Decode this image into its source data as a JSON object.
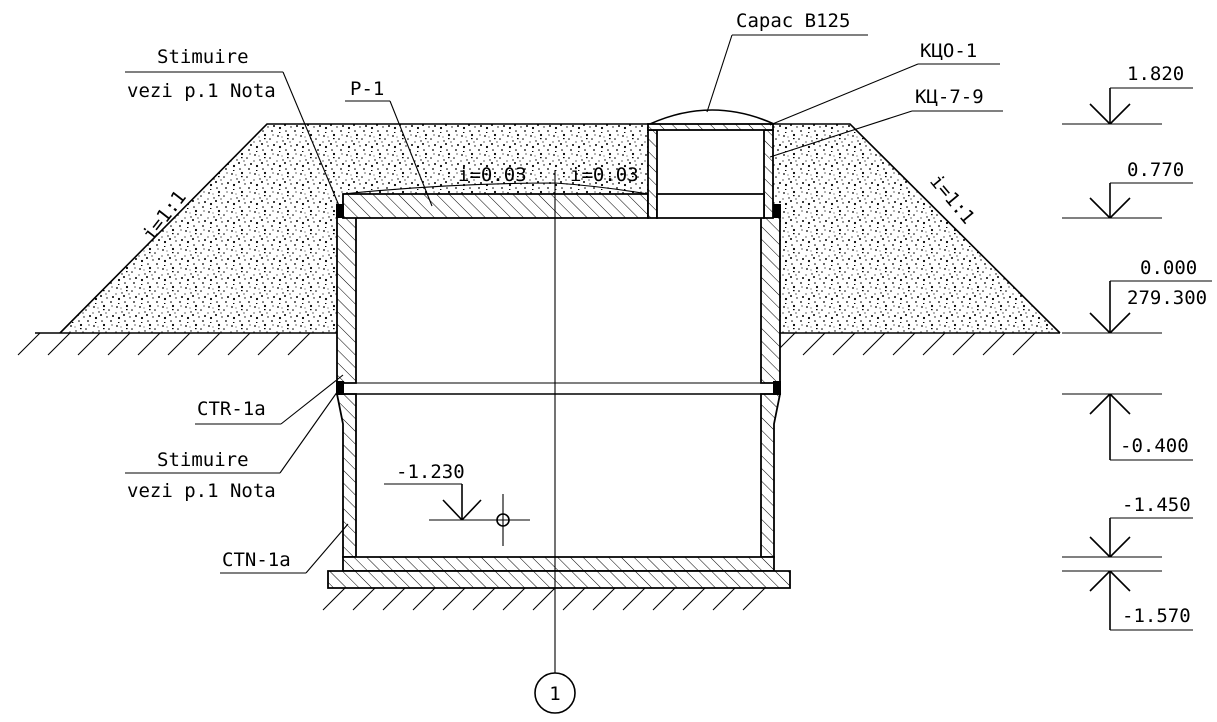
{
  "labels": {
    "cover": "Capac B125",
    "kco": "КЦО-1",
    "kc": "КЦ-7-9",
    "slab": "P-1",
    "seal_top_line1": "Stimuire",
    "seal_top_line2": "vezi p.1 Nota",
    "ctr": "CTR-1a",
    "seal_bottom_line1": "Stimuire",
    "seal_bottom_line2": "vezi p.1 Nota",
    "ctn": "CTN-1a",
    "slope_left": "i=1:1",
    "slope_right": "i=1:1",
    "grade_left": "i=0.03",
    "grade_right": "i=0.03",
    "section_marker": "1"
  },
  "elevations": {
    "inner_bottom": "-1.230",
    "levels": [
      "1.820",
      "0.770",
      "0.000",
      "279.300",
      "-0.400",
      "-1.450",
      "-1.570"
    ]
  }
}
